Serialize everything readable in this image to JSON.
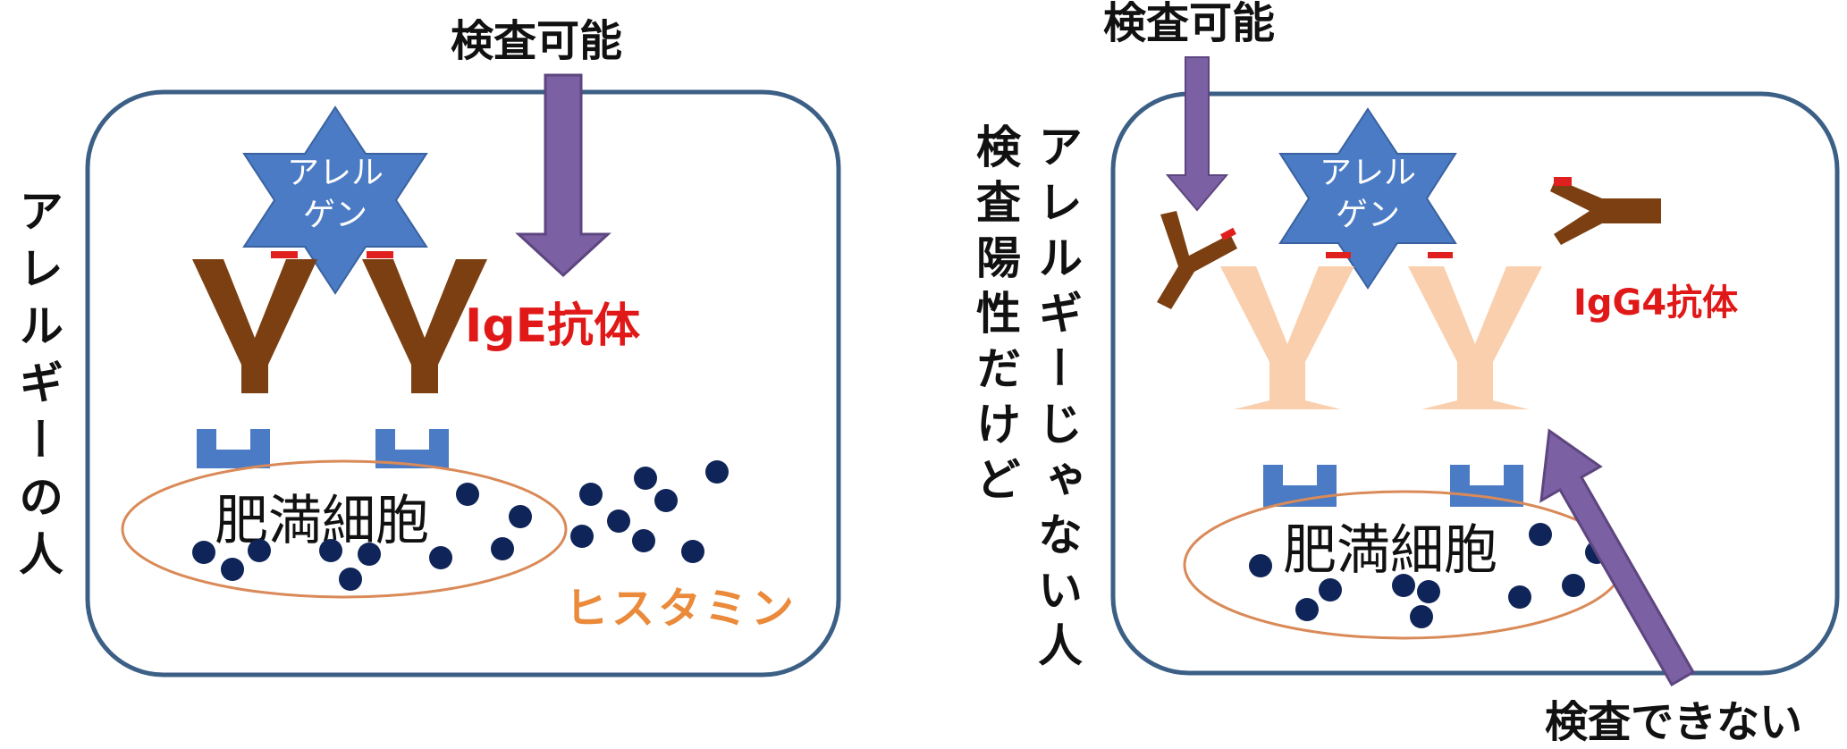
{
  "left": {
    "side_label": "アレルギーの人",
    "test_label": "検査可能",
    "allergen_line1": "アレル",
    "allergen_line2": "ゲン",
    "antibody_label": "IgE抗体",
    "mast_cell_label": "肥満細胞",
    "histamine_label": "ヒスタミン"
  },
  "right": {
    "side_label_1": "アレルギーじゃない人",
    "side_label_2": "検査陽性だけど",
    "test_label": "検査可能",
    "allergen_line1": "アレル",
    "allergen_line2": "ゲン",
    "antibody_label": "IgG4抗体",
    "mast_cell_label": "肥満細胞",
    "untestable_label": "検査できない"
  },
  "colors": {
    "panel_border": "#3c5f86",
    "allergen": "#4a7bc4",
    "ige_antibody": "#7b3f12",
    "pale_antibody": "#f9cfae",
    "red_mark": "#e0201e",
    "arrow": "#7b60a3",
    "receptor": "#4a7bc4",
    "cell_outline": "#d98a58",
    "granule": "#0f2458",
    "histamine_text": "#ea8a3a",
    "antibody_text": "#e01818"
  }
}
